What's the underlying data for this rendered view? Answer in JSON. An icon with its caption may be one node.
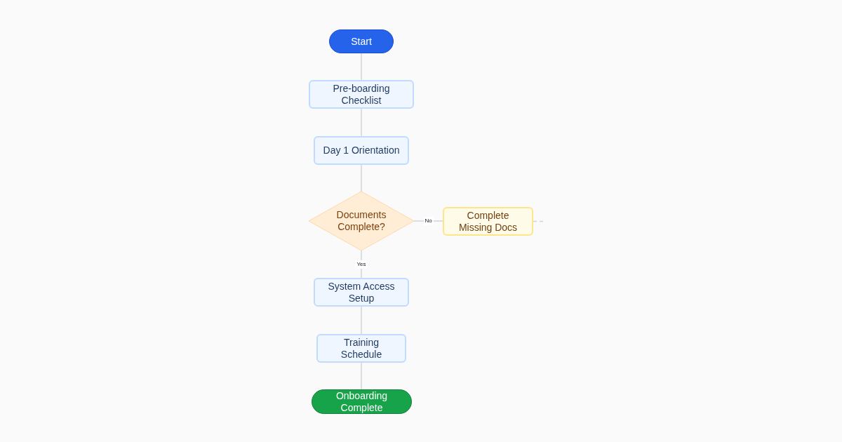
{
  "diagram": {
    "nodes": [
      {
        "text": [
          "Start"
        ]
      },
      {
        "text": [
          "Pre-boarding Checklist"
        ]
      },
      {
        "text": [
          "Day 1 Orientation"
        ]
      },
      {
        "text": [
          "Documents Complete?"
        ]
      },
      {
        "text": [
          "Complete Missing Docs"
        ]
      },
      {
        "text": [
          "System Access Setup"
        ]
      },
      {
        "text": [
          "Training Schedule"
        ]
      },
      {
        "text": [
          "Onboarding Complete"
        ]
      }
    ],
    "edges": [
      {
        "from": 0,
        "to": 1,
        "arrow": "none"
      },
      {
        "from": 1,
        "to": 2,
        "arrow": "none"
      },
      {
        "from": 2,
        "to": 3,
        "arrow": "none"
      },
      {
        "from": 3,
        "to": 4,
        "arrow": "none",
        "label": "No"
      },
      {
        "from": 3,
        "to": 5,
        "arrow": "none",
        "label": "Yes"
      },
      {
        "from": 5,
        "to": 6,
        "arrow": "none"
      },
      {
        "from": 6,
        "to": 7,
        "arrow": "none"
      },
      {
        "from": 4,
        "to": null,
        "arrow": "none",
        "style": "dashed"
      }
    ]
  }
}
